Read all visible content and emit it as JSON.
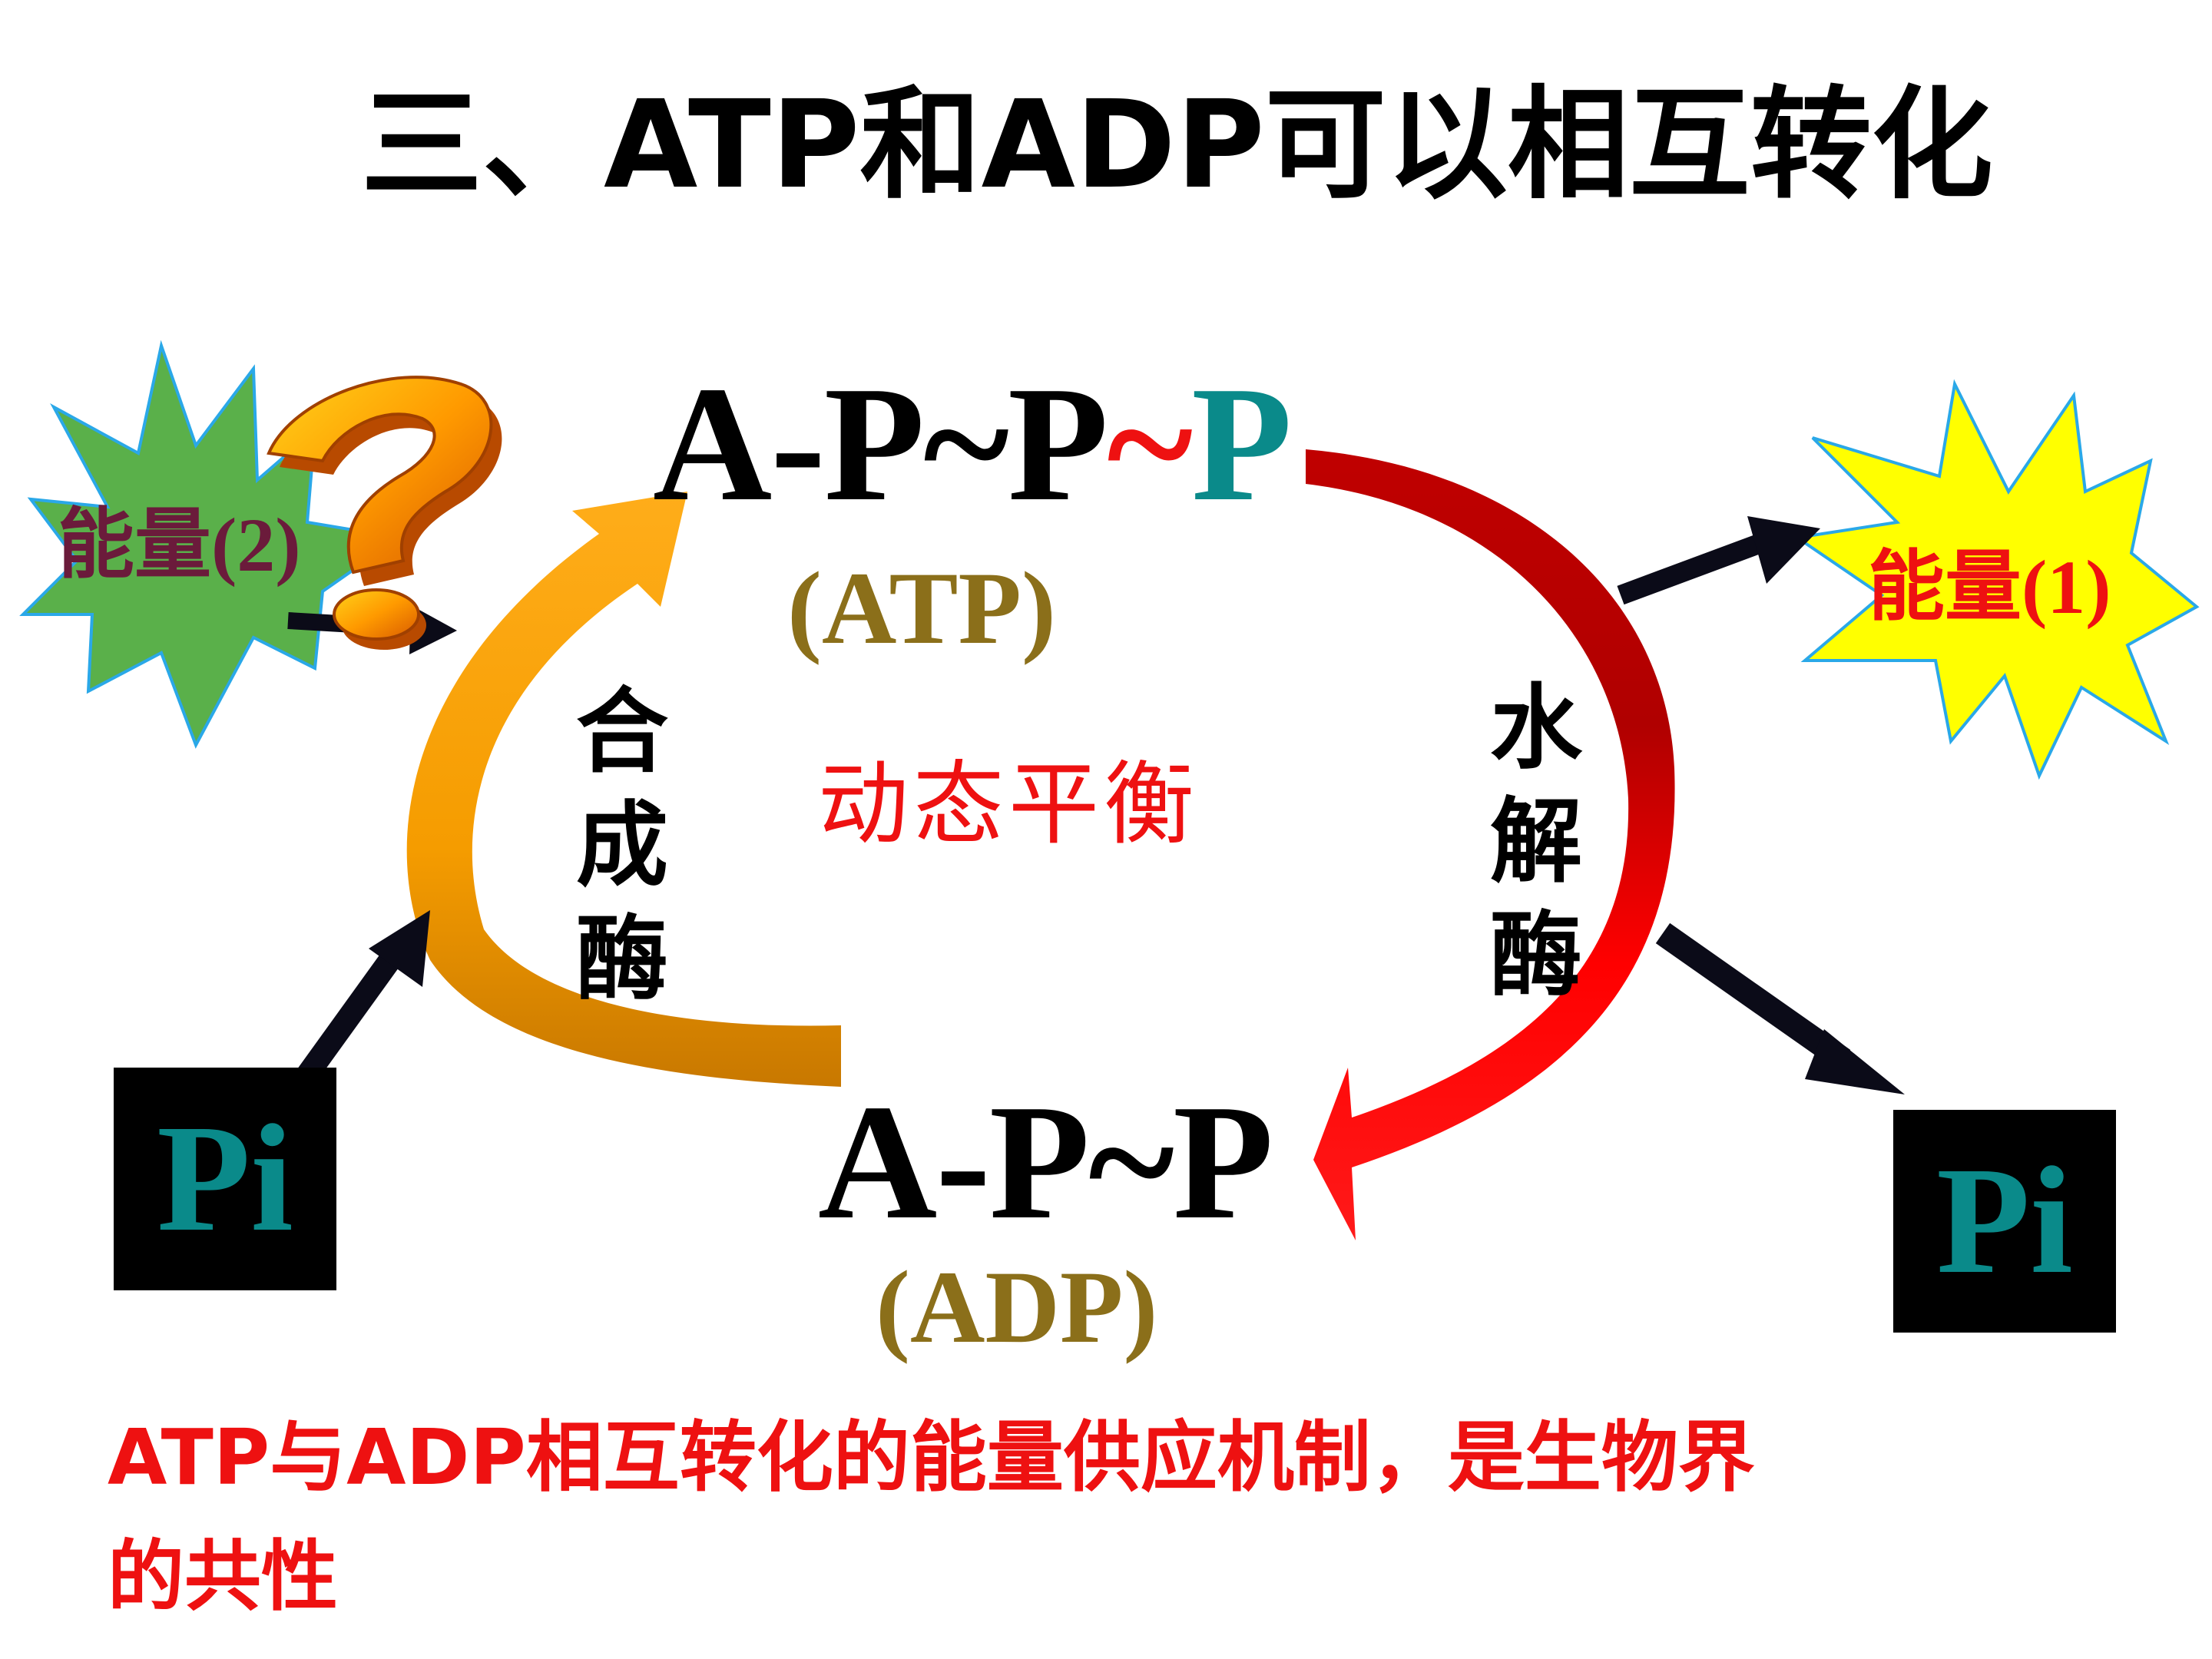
{
  "title": "三、ATP和ADP可以相互转化",
  "atp": {
    "formula_prefix": "A-P~P",
    "formula_bond": "~",
    "formula_last": "P",
    "label": "(ATP)"
  },
  "adp": {
    "formula": "A-P~P",
    "label": "(ADP)"
  },
  "synthase_chars": [
    "合",
    "成",
    "酶"
  ],
  "hydrolase_chars": [
    "水",
    "解",
    "酶"
  ],
  "balance": "动态平衡",
  "energy_in": "能量(2)",
  "energy_out": "能量(1)",
  "pi_left": "Pi",
  "pi_right": "Pi",
  "conclusion_line1": "ATP与ADP相互转化的能量供应机制，是生物界",
  "conclusion_line2": "的共性",
  "colors": {
    "teal": "#0a8a8a",
    "olive": "#8b6f1a",
    "red": "#ee1111",
    "energy2_text": "#6b1b3b",
    "star_green": "#5ab04a",
    "star_yellow": "#ffff00",
    "star_outline": "#2aa8e8",
    "orange": "#f59c00",
    "orange_dark": "#c87800",
    "red_dark": "#b00000",
    "arrow_black": "#0b0b18"
  },
  "icons": [
    "question-mark-icon"
  ]
}
